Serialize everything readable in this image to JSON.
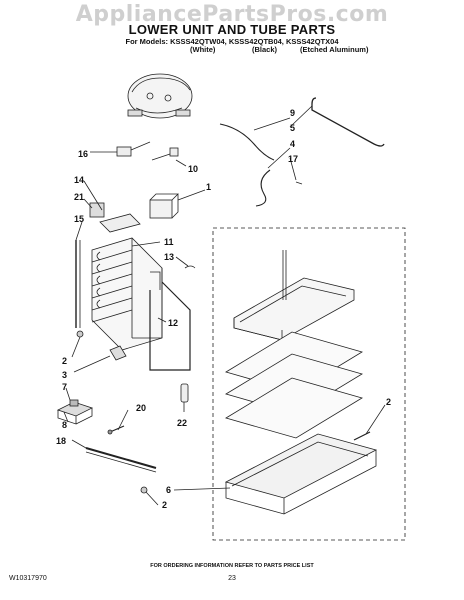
{
  "watermark": "AppliancePartsPros.com",
  "header": {
    "title": "LOWER UNIT AND TUBE PARTS",
    "models": "For Models: KSSS42QTW04, KSSS42QTB04, KSSS42QTX04",
    "variants": [
      "(White)",
      "(Black)",
      "(Etched Aluminum)"
    ]
  },
  "callouts": [
    "16",
    "10",
    "1",
    "14",
    "21",
    "15",
    "11",
    "13",
    "12",
    "2",
    "3",
    "7",
    "20",
    "22",
    "8",
    "18",
    "6",
    "2",
    "9",
    "5",
    "4",
    "17",
    "2"
  ],
  "footer": {
    "ordering_note": "FOR ORDERING INFORMATION REFER TO PARTS PRICE LIST",
    "doc_number": "W10317970",
    "page_number": "23"
  }
}
